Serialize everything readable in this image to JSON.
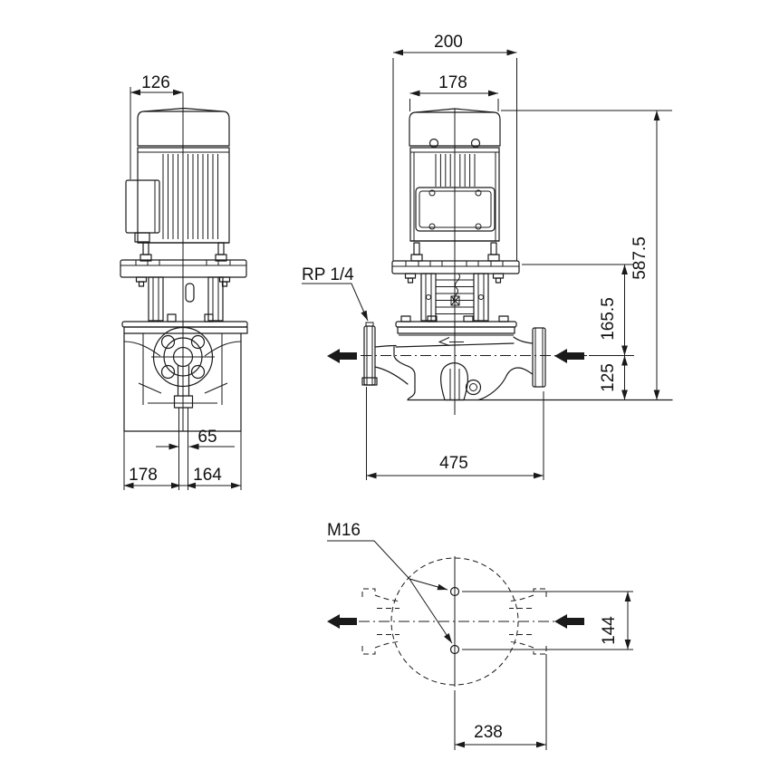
{
  "drawing": {
    "background": "#ffffff",
    "stroke_color": "#1a1a1a",
    "views": {
      "side": {
        "label_motor_width": "126",
        "label_drain_width": "65",
        "label_base_left": "178",
        "label_base_right": "164"
      },
      "front": {
        "label_outer_width": "200",
        "label_inner_width": "178",
        "label_port_thread": "RP 1/4",
        "label_total_height": "587.5",
        "label_mid_height": "165.5",
        "label_port_height": "125",
        "label_port_to_port": "475"
      },
      "plan": {
        "label_bolt_thread": "M16",
        "label_bolt_spacing": "144",
        "label_center_to_flange": "238"
      }
    }
  }
}
